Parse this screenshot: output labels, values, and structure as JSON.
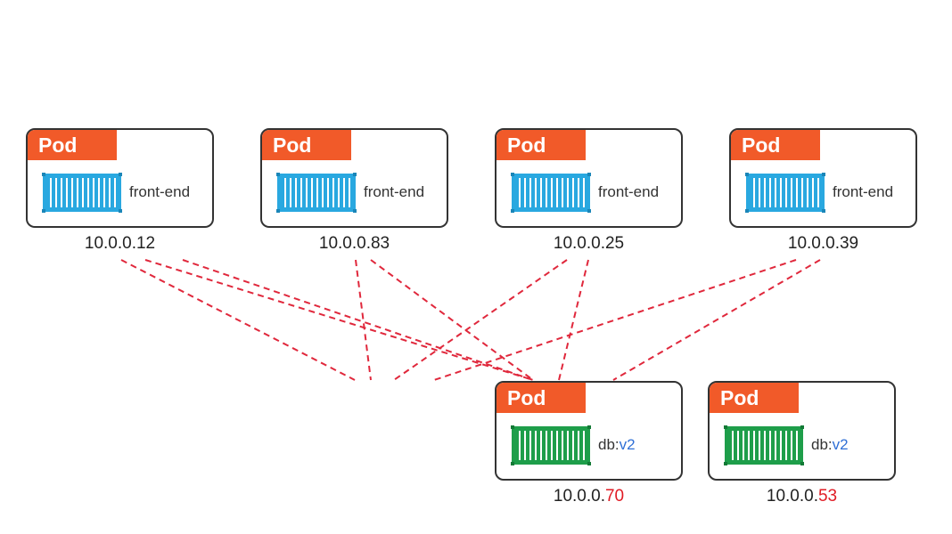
{
  "colors": {
    "pod_tag": "#f15a29",
    "pod_border": "#333333",
    "frontend_container": "#29a8e0",
    "db_container": "#1e9e4a",
    "link": "#e0283c",
    "version_text": "#2f6fd6",
    "ip_highlight": "#e01b24"
  },
  "frontend_pods": [
    {
      "tag": "Pod",
      "icon": "container-icon",
      "label": "front-end",
      "ip": "10.0.0.12"
    },
    {
      "tag": "Pod",
      "icon": "container-icon",
      "label": "front-end",
      "ip": "10.0.0.83"
    },
    {
      "tag": "Pod",
      "icon": "container-icon",
      "label": "front-end",
      "ip": "10.0.0.25"
    },
    {
      "tag": "Pod",
      "icon": "container-icon",
      "label": "front-end",
      "ip": "10.0.0.39"
    }
  ],
  "db_pods": [
    {
      "tag": "Pod",
      "icon": "container-icon",
      "label_name": "db:",
      "label_version": "v2",
      "ip_prefix": "10.0.0.",
      "ip_last": "70"
    },
    {
      "tag": "Pod",
      "icon": "container-icon",
      "label_name": "db:",
      "label_version": "v2",
      "ip_prefix": "10.0.0.",
      "ip_last": "53"
    }
  ],
  "links": "dashed"
}
